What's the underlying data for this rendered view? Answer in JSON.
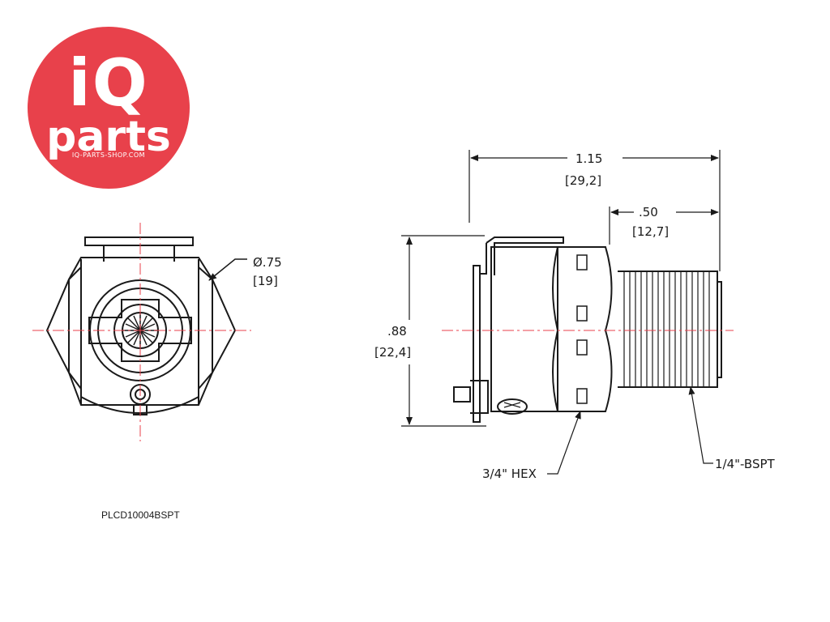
{
  "logo": {
    "brand_top": "iQ",
    "brand_bottom": "parts",
    "website": "IQ-PARTS-SHOP.COM",
    "color": "#E8414B"
  },
  "drawing": {
    "part_number": "PLCD10004BSPT",
    "front_view": {
      "diameter_label": "Ø.75",
      "diameter_metric": "[19]"
    },
    "side_view": {
      "overall_length": "1.15",
      "overall_length_metric": "[29,2]",
      "thread_length": ".50",
      "thread_length_metric": "[12,7]",
      "height": ".88",
      "height_metric": "[22,4]",
      "hex_label": "3/4\" HEX",
      "thread_label": "1/4\"-BSPT"
    },
    "line_color": "#1a1a1a",
    "centerline_color": "#E8414B"
  }
}
